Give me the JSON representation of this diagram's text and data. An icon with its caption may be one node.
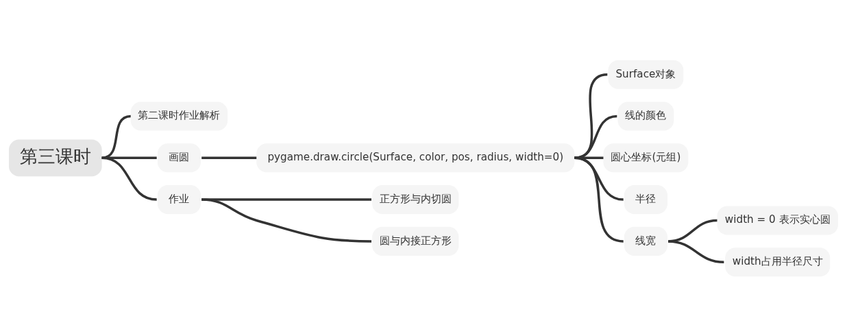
{
  "diagram": {
    "nodes": [
      {
        "text": [
          "第三课时"
        ]
      },
      {
        "text": [
          "第二课时作业解析"
        ]
      },
      {
        "text": [
          "画圆"
        ]
      },
      {
        "text": [
          "pygame.draw.circle(Surface, color, pos, radius, width=0)"
        ]
      },
      {
        "text": [
          "Surface对象"
        ]
      },
      {
        "text": [
          "线的颜色"
        ]
      },
      {
        "text": [
          "圆心坐标(元组)"
        ]
      },
      {
        "text": [
          "半径"
        ]
      },
      {
        "text": [
          "线宽"
        ]
      },
      {
        "text": [
          "width = 0 表示实心圆"
        ]
      },
      {
        "text": [
          "width占用半径尺寸"
        ]
      },
      {
        "text": [
          "作业"
        ]
      },
      {
        "text": [
          "正方形与内切圆"
        ]
      },
      {
        "text": [
          "圆与内接正方形"
        ]
      }
    ],
    "edges": [
      {
        "from": 0,
        "to": 1,
        "arrow": "none"
      },
      {
        "from": 0,
        "to": 2,
        "arrow": "none"
      },
      {
        "from": 0,
        "to": 11,
        "arrow": "none"
      },
      {
        "from": 2,
        "to": 3,
        "arrow": "none"
      },
      {
        "from": 3,
        "to": 4,
        "arrow": "none"
      },
      {
        "from": 3,
        "to": 5,
        "arrow": "none"
      },
      {
        "from": 3,
        "to": 6,
        "arrow": "none"
      },
      {
        "from": 3,
        "to": 7,
        "arrow": "none"
      },
      {
        "from": 3,
        "to": 8,
        "arrow": "none"
      },
      {
        "from": 8,
        "to": 9,
        "arrow": "none"
      },
      {
        "from": 8,
        "to": 10,
        "arrow": "none"
      },
      {
        "from": 11,
        "to": 12,
        "arrow": "none"
      },
      {
        "from": 11,
        "to": 13,
        "arrow": "none"
      }
    ]
  }
}
